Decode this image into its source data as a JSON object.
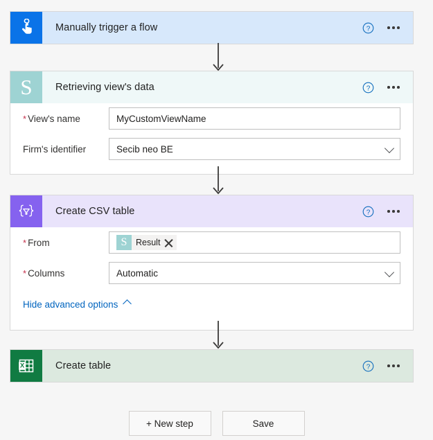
{
  "flow": {
    "steps": [
      {
        "id": "trigger",
        "title": "Manually trigger a flow",
        "icon": "tap-hand-icon",
        "icon_color": "#0a73e8",
        "header_color": "#d7e8fb",
        "help_label": "?",
        "menu_label": "…"
      },
      {
        "id": "retrieve-view-data",
        "title": "Retrieving view's data",
        "icon": "secib-s-icon",
        "icon_color": "#9ed3d3",
        "header_color": "#eff8f8",
        "help_label": "?",
        "menu_label": "…",
        "fields": [
          {
            "label": "View's name",
            "required": true,
            "type": "text",
            "value": "MyCustomViewName",
            "placeholder": ""
          },
          {
            "label": "Firm's identifier",
            "required": false,
            "type": "dropdown",
            "value": "Secib neo BE",
            "placeholder": ""
          }
        ]
      },
      {
        "id": "create-csv-table",
        "title": "Create CSV table",
        "icon": "data-operation-icon",
        "icon_color": "#8562ef",
        "header_color": "#e9e3fb",
        "help_label": "?",
        "menu_label": "…",
        "fields": [
          {
            "label": "From",
            "required": true,
            "type": "token",
            "token": {
              "icon_letter": "S",
              "icon_color": "#9ed3d3",
              "label": "Result",
              "remove_label": "×"
            }
          },
          {
            "label": "Columns",
            "required": true,
            "type": "dropdown",
            "value": "Automatic",
            "placeholder": ""
          }
        ],
        "advanced_link": "Hide advanced options"
      },
      {
        "id": "create-table",
        "title": "Create table",
        "icon": "excel-icon",
        "icon_color": "#107b42",
        "header_color": "#dce9df",
        "help_label": "?",
        "menu_label": "…"
      }
    ]
  },
  "footer": {
    "new_step_label": "+ New step",
    "save_label": "Save"
  },
  "colors": {
    "canvas": "#f6f6f6",
    "link": "#0064bf",
    "required": "#c4314b",
    "border": "#d8d8d8"
  }
}
